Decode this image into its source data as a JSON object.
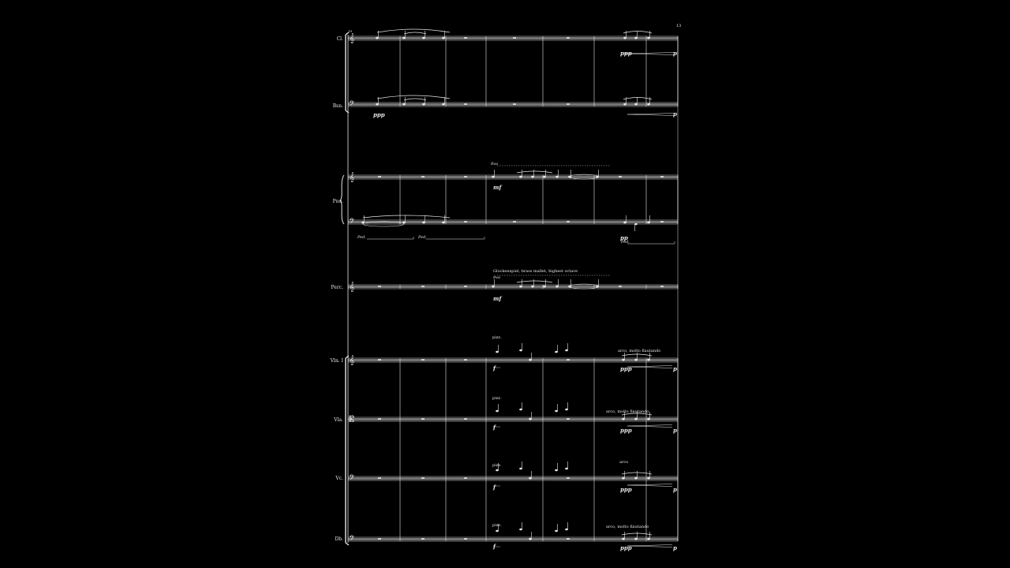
{
  "page": {
    "number": "13",
    "measure_start": "19"
  },
  "instruments": [
    {
      "id": "cl",
      "name": "Cl."
    },
    {
      "id": "bsn",
      "name": "Bsn."
    },
    {
      "id": "pno",
      "name": "Pno."
    },
    {
      "id": "perc",
      "name": "Perc."
    },
    {
      "id": "vln",
      "name": "Vln. I"
    },
    {
      "id": "vla",
      "name": "Vla."
    },
    {
      "id": "vc",
      "name": "Vc."
    },
    {
      "id": "db",
      "name": "Db."
    }
  ],
  "markings": {
    "bsn_dyn": "ppp",
    "cl_dyn_end": "ppp",
    "cl_dyn_p": "p",
    "bsn_dyn_p": "p",
    "pno_8va": "8va",
    "pno_dyn": "mf",
    "pno_ped1": "Ped.",
    "pno_ped2": "Ped.",
    "pno_lh_dyn": "pp",
    "pno_lh_ped": "Ped.",
    "perc_instr": "Glockenspiel, brass mallet, highest octave",
    "perc_8va": "8va",
    "perc_dyn": "mf",
    "vln_pizz": "pizz.",
    "vln_f": "f",
    "vln_arco": "arco, molto flautando",
    "vln_ppp": "ppp",
    "vln_p": "p",
    "vla_pizz": "pizz.",
    "vla_f": "f",
    "vla_arco": "arco, molto flautando",
    "vla_ppp": "ppp",
    "vla_p": "p",
    "vc_pizz": "pizz.",
    "vc_f": "f",
    "vc_arco": "arco",
    "vc_ppp": "ppp",
    "vc_p": "p",
    "db_pizz": "pizz.",
    "db_f": "f",
    "db_arco": "arco, molto flautando",
    "db_ppp": "ppp",
    "db_p": "p"
  }
}
